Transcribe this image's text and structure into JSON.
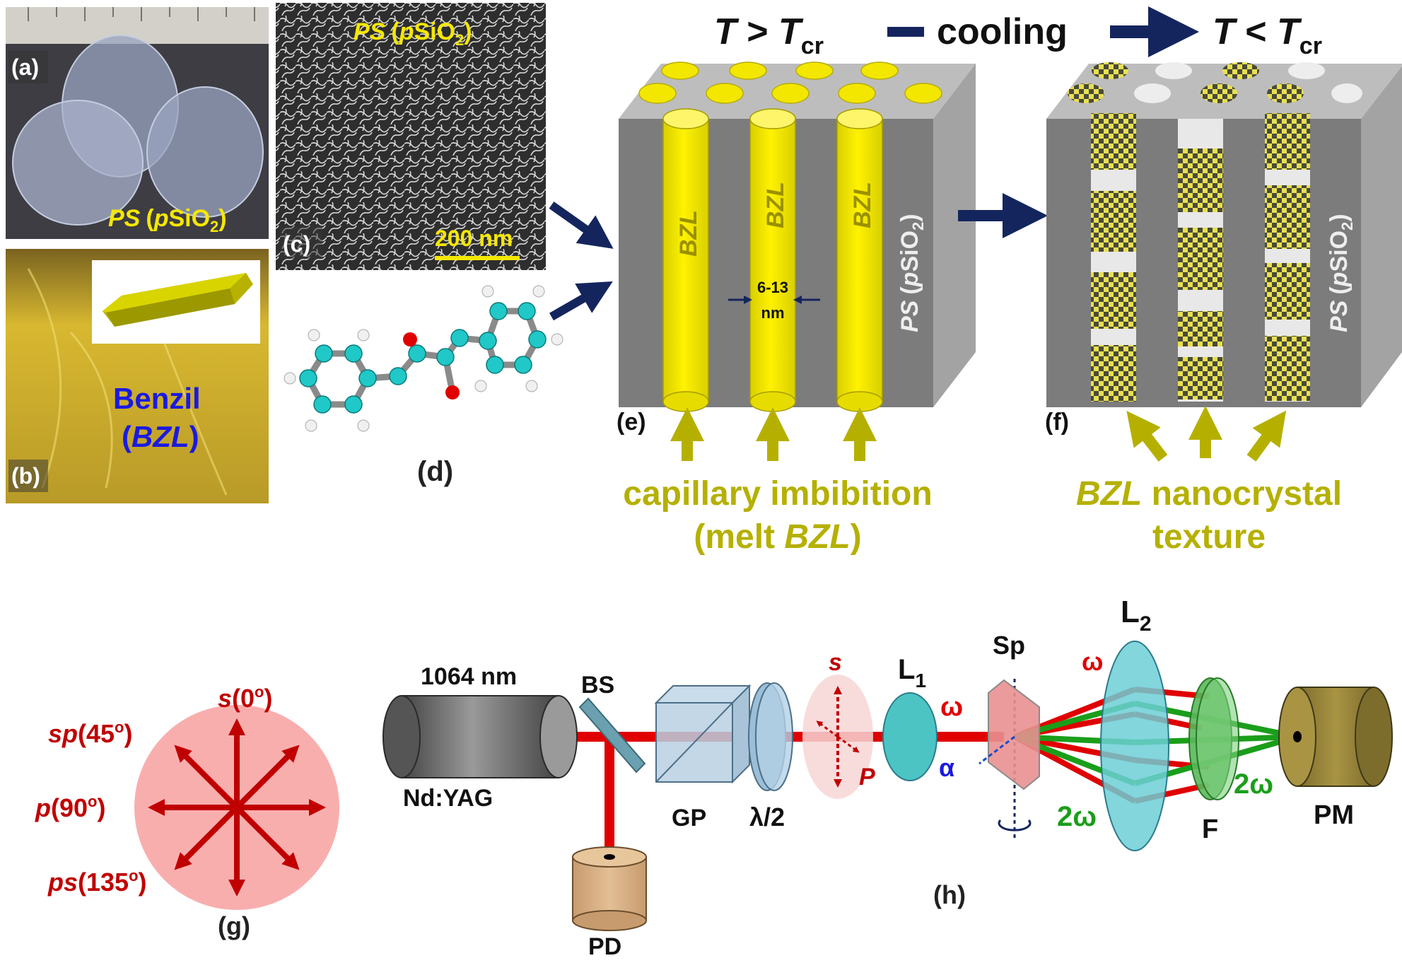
{
  "panels": {
    "a": {
      "label": "(a)",
      "material_1": "PS",
      "material_2": "(",
      "material_3": "p",
      "material_4": "SiO",
      "material_sub": "2",
      "material_5": ")"
    },
    "b": {
      "label": "(b)",
      "name": "Benzil",
      "abbr_open": "(",
      "abbr": "BZL",
      "abbr_close": ")"
    },
    "c": {
      "label": "(c)",
      "title_1": "PS",
      "title_2": "(",
      "title_3": "p",
      "title_4": "SiO",
      "title_sub": "2",
      "title_5": ")",
      "scale_bar": "200 nm"
    },
    "d": {
      "label": "(d)"
    },
    "e": {
      "label": "(e)",
      "column_label": "BZL",
      "pore_size_1": "6-13",
      "pore_size_2": "nm",
      "matrix_1": "PS",
      "matrix_2": "(",
      "matrix_3": "p",
      "matrix_4": "SiO",
      "matrix_sub": "2",
      "matrix_5": ")",
      "caption_1": "capillary imbibition",
      "caption_2a": "(melt ",
      "caption_2b": "BZL",
      "caption_2c": ")"
    },
    "f": {
      "label": "(f)",
      "matrix_1": "PS",
      "matrix_2": "(",
      "matrix_3": "p",
      "matrix_4": "SiO",
      "matrix_sub": "2",
      "matrix_5": ")",
      "caption_1a": "BZL",
      "caption_1b": " nanocrystal",
      "caption_2": "texture"
    },
    "g": {
      "label": "(g)",
      "s": "s",
      "s_angle": "(0",
      "s_deg": "o",
      "s_close": ")",
      "sp": "sp",
      "sp_angle": "(45",
      "sp_deg": "o",
      "sp_close": ")",
      "p": "p",
      "p_angle": "(90",
      "p_deg": "o",
      "p_close": ")",
      "ps": "ps",
      "ps_angle": "(135",
      "ps_deg": "o",
      "ps_close": ")"
    },
    "h": {
      "label": "(h)",
      "laser_wavelength": "1064 nm",
      "laser": "Nd:YAG",
      "bs": "BS",
      "pd": "PD",
      "gp": "GP",
      "half_wave": "λ/2",
      "pol_s": "s",
      "pol_p": "P",
      "l1": "L",
      "l1_sub": "1",
      "omega": "ω",
      "alpha": "α",
      "sp": "Sp",
      "l2": "L",
      "l2_sub": "2",
      "two_omega": "2ω",
      "filter": "F",
      "pm": "PM"
    }
  },
  "header": {
    "t1": "T",
    "gt": " > ",
    "tcr1": "T",
    "cr1": "cr",
    "cooling": "cooling",
    "t2": "T",
    "lt": " < ",
    "tcr2": "T",
    "cr2": "cr"
  },
  "colors": {
    "olive": "#b5b000",
    "navy": "#14255e",
    "red": "#e00000",
    "green": "#1a9e1a",
    "yellow": "#f5e800",
    "dark_red": "#c00000",
    "blue_text": "#1a1ae0"
  }
}
